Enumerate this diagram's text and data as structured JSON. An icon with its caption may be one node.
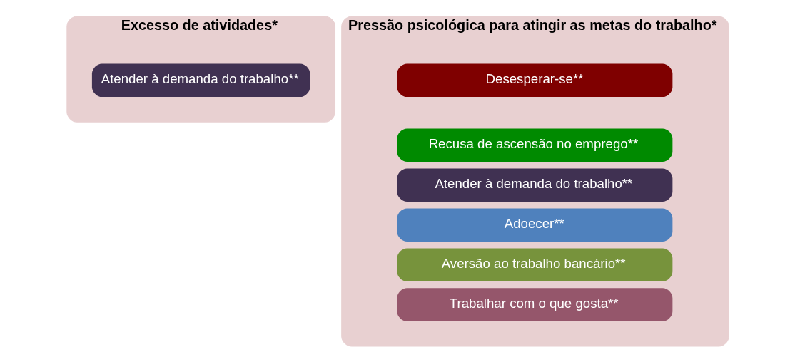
{
  "diagram": {
    "nodes": [
      {
        "text": [
          "Excesso de atividades*"
        ]
      },
      {
        "text": [
          "Atender à demanda do trabalho**"
        ],
        "in": 0
      },
      {
        "text": [
          "Pressão psicológica para atingir as metas do trabalho*"
        ]
      },
      {
        "text": [
          "Desesperar-se**"
        ],
        "in": 2
      },
      {
        "text": [
          "Recusa de ascensão no emprego**"
        ],
        "in": 2
      },
      {
        "text": [
          "Atender à demanda do trabalho**"
        ],
        "in": 2
      },
      {
        "text": [
          "Adoecer**"
        ],
        "in": 2
      },
      {
        "text": [
          "Aversão ao trabalho bancário**"
        ],
        "in": 2
      },
      {
        "text": [
          "Trabalhar com o que gosta**"
        ],
        "in": 2
      }
    ]
  }
}
